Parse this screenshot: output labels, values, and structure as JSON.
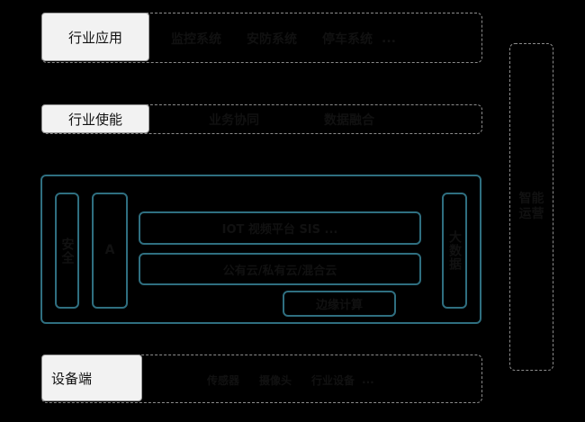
{
  "rows": {
    "application": {
      "label": "行业应用",
      "items": [
        "监控系统",
        "安防系统",
        "停车系统",
        "..."
      ]
    },
    "enablement": {
      "label": "行业使能",
      "items": [
        "业务协同",
        "数据融合"
      ]
    },
    "device": {
      "label": "设备端",
      "items": [
        "传感器",
        "摄像头",
        "行业设备",
        "..."
      ]
    }
  },
  "platform": {
    "left_security": "安全",
    "left_second": "A",
    "right_bigdata": "大数据",
    "bar_video": "IOT 视频平台 SIS ...",
    "bar_cloud": "公有云/私有云/混合云",
    "bar_edge": "边缘计算"
  },
  "side": {
    "ops_label": "智能运营"
  }
}
